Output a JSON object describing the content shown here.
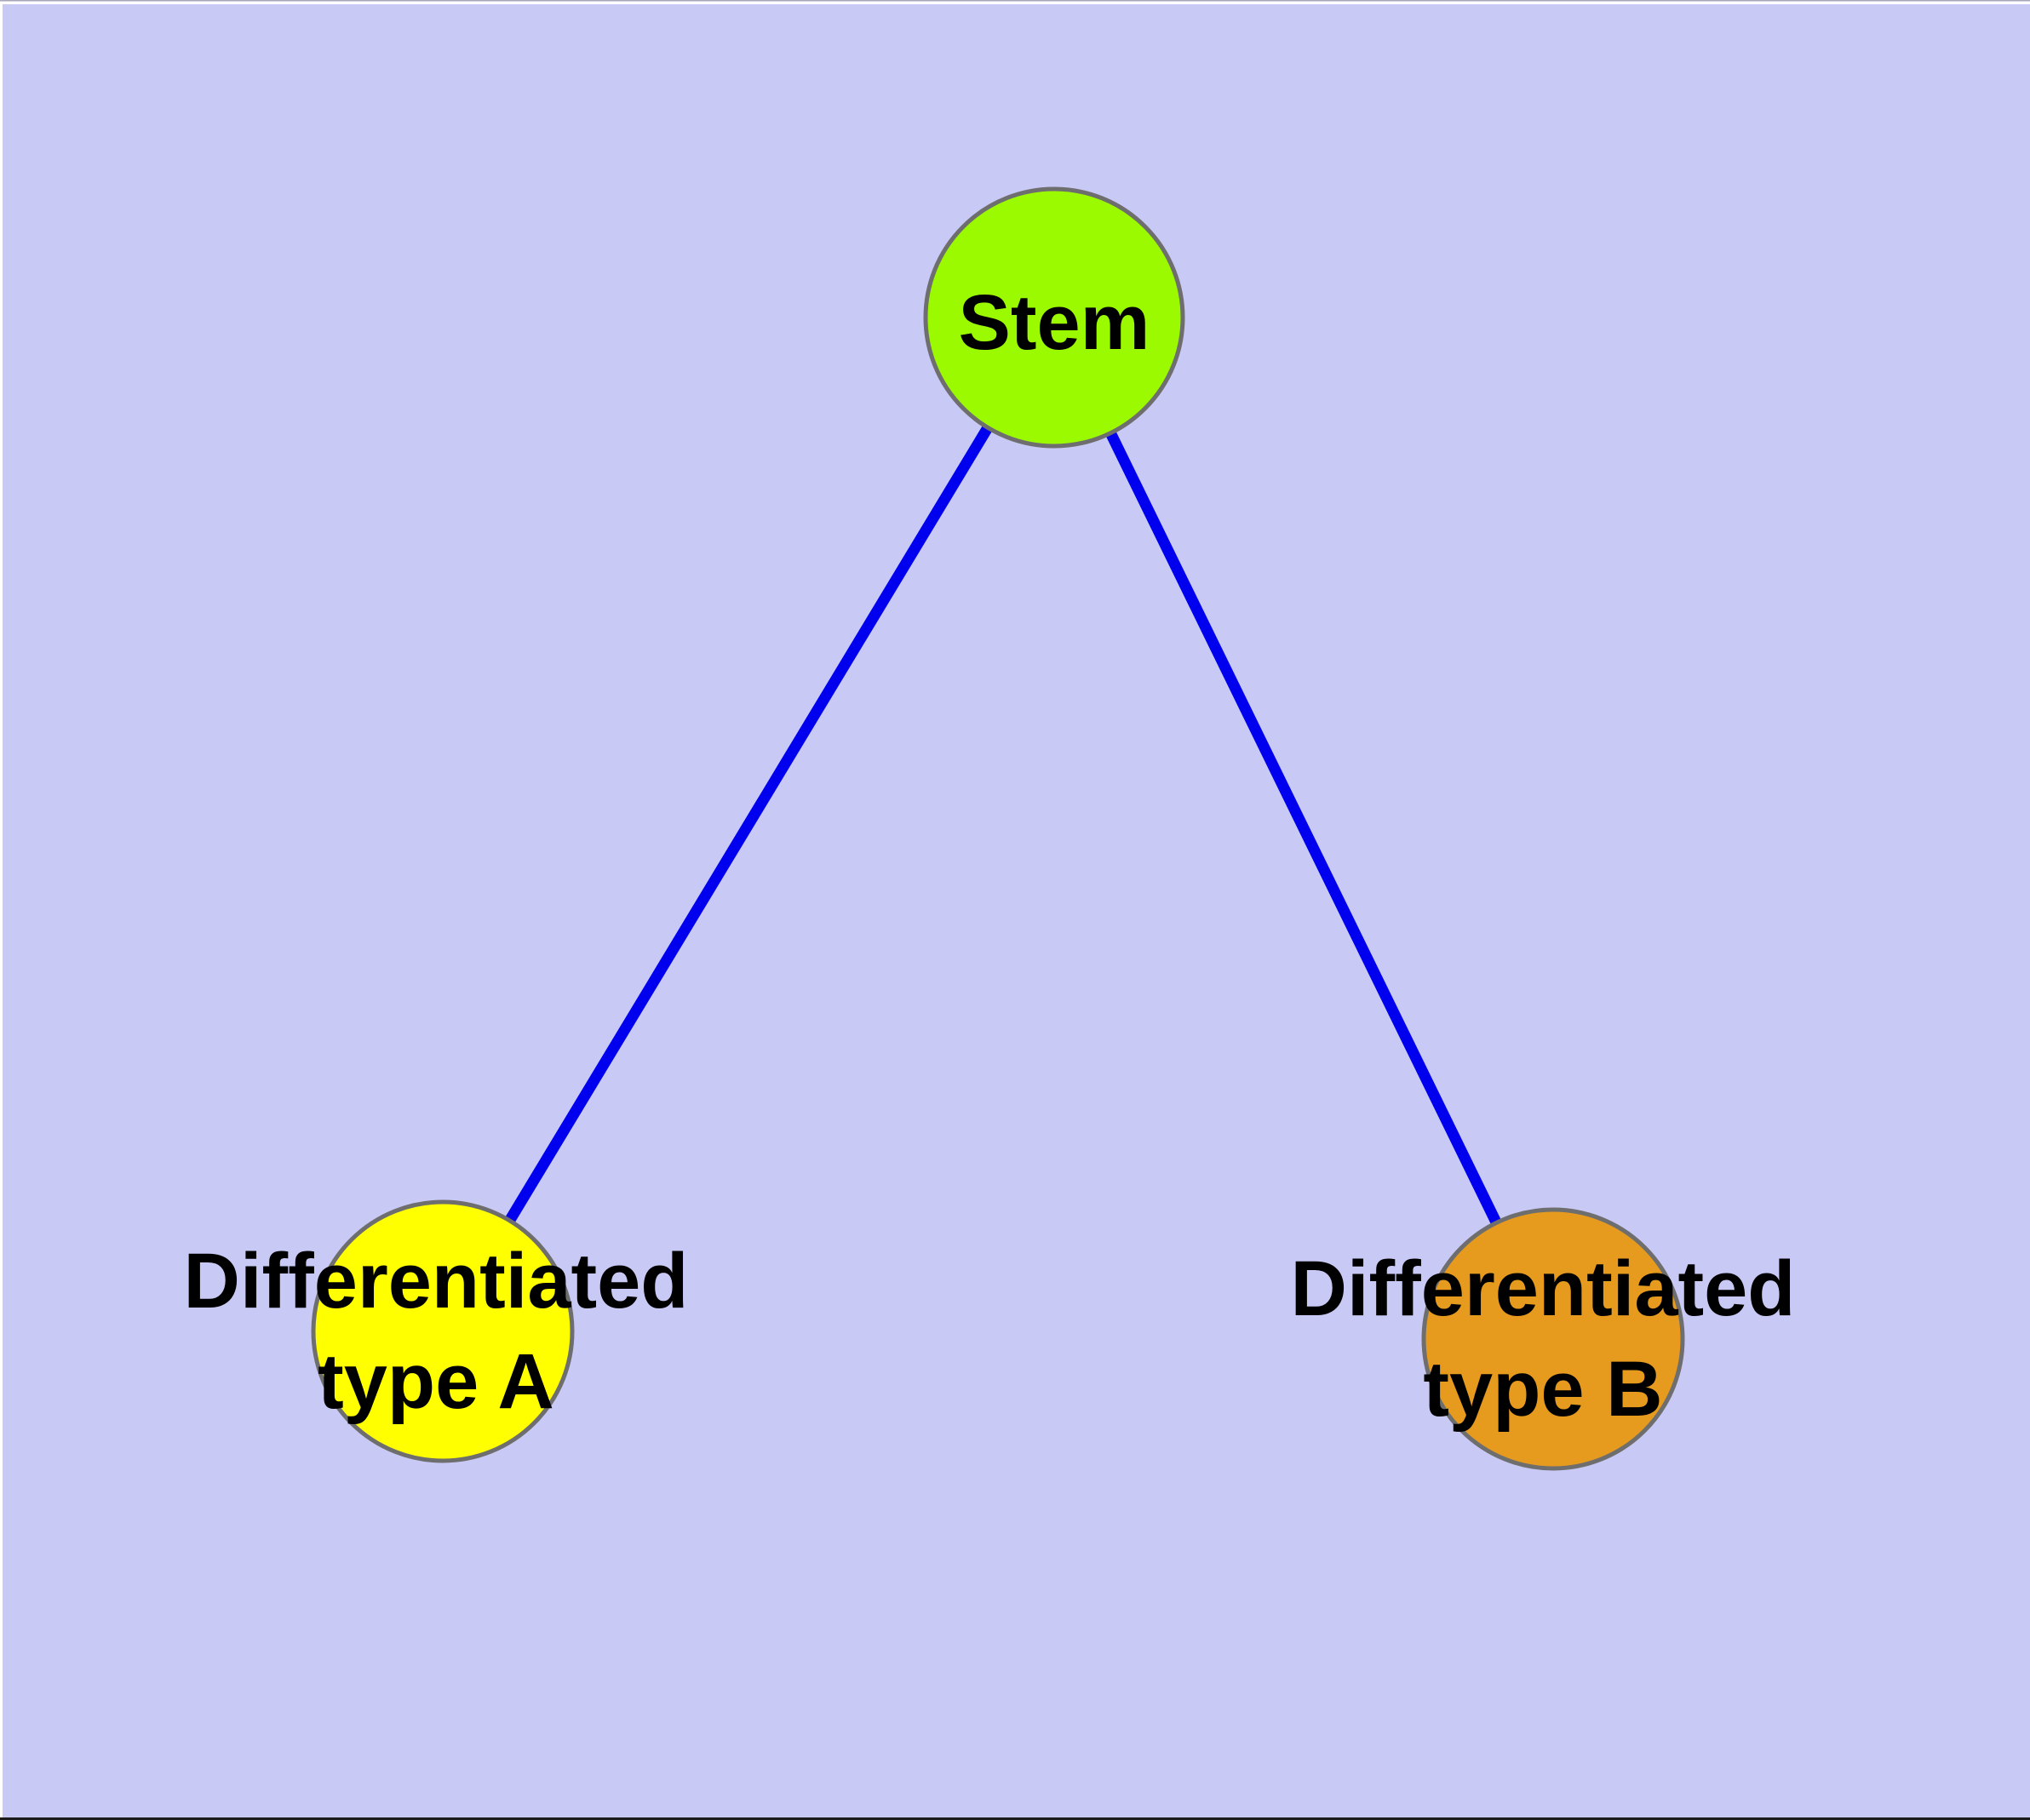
{
  "page": {
    "background_color": "#ffffff",
    "top_border_color": "#a6a6b8",
    "bottom_border_color": "#1c1c1c"
  },
  "diagram": {
    "background_color": "#c9c9f6",
    "edge_color": "#0000ee",
    "node_border_color": "#6e6e6e",
    "label_color": "#000000",
    "nodes": [
      {
        "id": "stem",
        "label": "Stem",
        "color": "#9bfa00"
      },
      {
        "id": "differentiated-type-a",
        "label_line1": "Differentiated",
        "label_line2": "type A",
        "color": "#ffff00"
      },
      {
        "id": "differentiated-type-b",
        "label_line1": "Differentiated",
        "label_line2": "type B",
        "color": "#e69a1e"
      }
    ],
    "edges": [
      {
        "from": "Stem",
        "to": "Differentiated type A"
      },
      {
        "from": "Stem",
        "to": "Differentiated type B"
      }
    ]
  }
}
